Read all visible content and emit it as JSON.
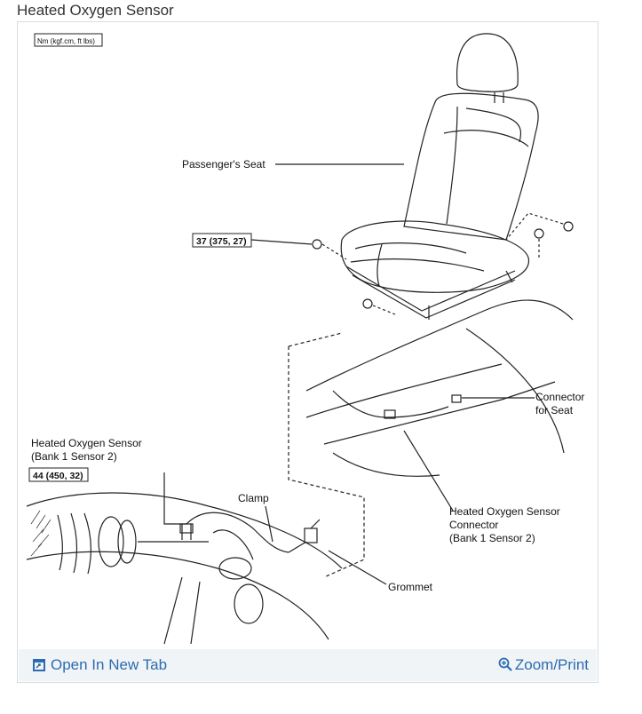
{
  "page": {
    "title": "Heated Oxygen Sensor"
  },
  "diagram": {
    "unit_note": "Nm (kgf.cm, ft lbs)",
    "labels": {
      "passenger_seat": "Passenger's Seat",
      "torque_seat": "37 (375, 27)",
      "connector_seat_1": "Connector",
      "connector_seat_2": "for Seat",
      "sensor_1": "Heated Oxygen Sensor",
      "sensor_2": "(Bank 1 Sensor 2)",
      "torque_sensor": "44 (450, 32)",
      "clamp": "Clamp",
      "sensor_conn_1": "Heated Oxygen Sensor",
      "sensor_conn_2": "Connector",
      "sensor_conn_3": "(Bank 1 Sensor 2)",
      "grommet": "Grommet"
    }
  },
  "footer": {
    "open_tab": "Open In New Tab",
    "zoom": "Zoom/Print"
  },
  "colors": {
    "link": "#2b6cb0",
    "footer_bg": "#f1f4f7",
    "frame_border": "#d6dde3"
  }
}
